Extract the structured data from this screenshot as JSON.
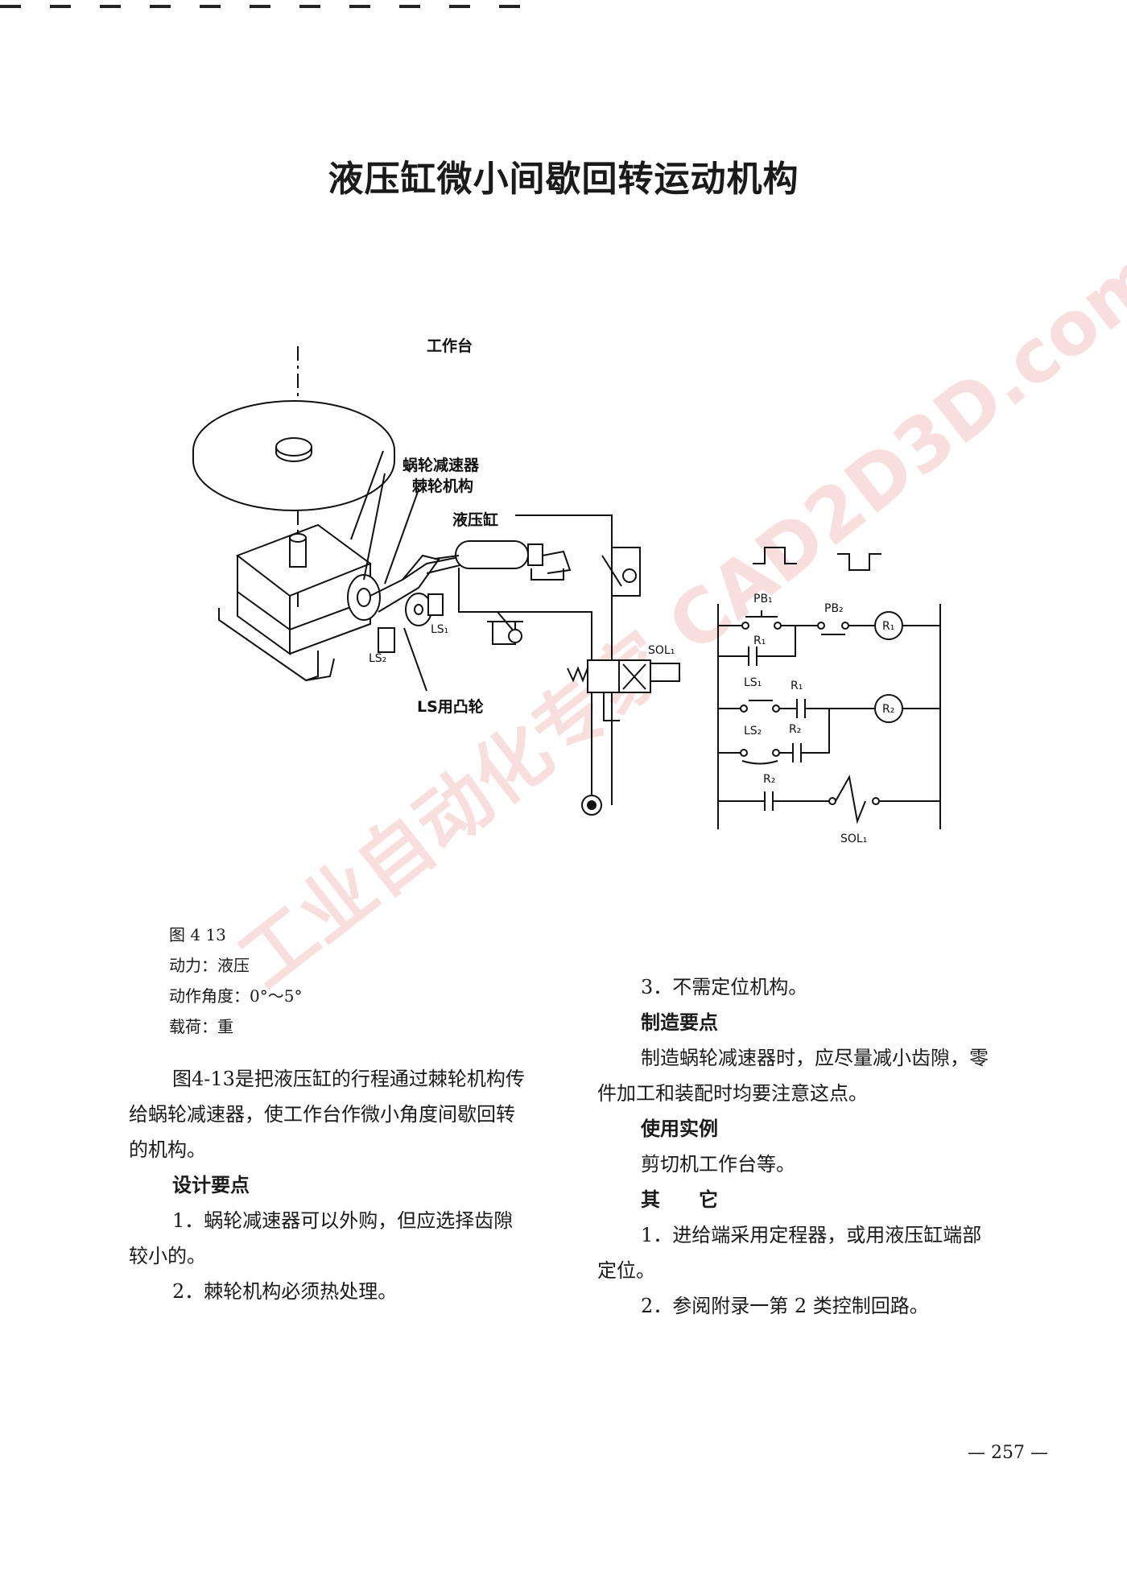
{
  "title": "液压缸微小间歇回转运动机构",
  "figure": {
    "labels": {
      "worktable": "工作台",
      "worm_reducer": "蜗轮减速器",
      "ratchet": "棘轮机构",
      "cylinder": "液压缸",
      "cam": "LS用凸轮",
      "ls1": "LS₁",
      "ls2": "LS₂",
      "sol1": "SOL₁",
      "pb1": "PB₁",
      "pb2": "PB₂",
      "r1": "R₁",
      "r2": "R₂",
      "coil_r1": "R₁",
      "coil_r2": "R₂",
      "sol_coil": "SOL₁"
    },
    "watermark": "工业自动化专家 CAD2D3D.com"
  },
  "meta": {
    "figure_no": "图 4 13",
    "power": "动力：液压",
    "angle": "动作角度：0°～5°",
    "load": "载荷：重"
  },
  "left": {
    "intro_1": "图4-13是把液压缸的行程通过棘轮机构传",
    "intro_2": "给蜗轮减速器，使工作台作微小角度间歇回转",
    "intro_3": "的机构。",
    "design_heading": "设计要点",
    "design_1a": "1．蜗轮减速器可以外购，但应选择齿隙",
    "design_1b": "较小的。",
    "design_2": "2．棘轮机构必须热处理。"
  },
  "right": {
    "design_3": "3．不需定位机构。",
    "mfg_heading": "制造要点",
    "mfg_1a": "制造蜗轮减速器时，应尽量减小齿隙，零",
    "mfg_1b": "件加工和装配时均要注意这点。",
    "use_heading": "使用实例",
    "use_1": "剪切机工作台等。",
    "other_heading": "其　　它",
    "other_1a": "1．进给端采用定程器，或用液压缸端部",
    "other_1b": "定位。",
    "other_2": "2．参阅附录一第 2 类控制回路。"
  },
  "page_number": "— 257 —"
}
